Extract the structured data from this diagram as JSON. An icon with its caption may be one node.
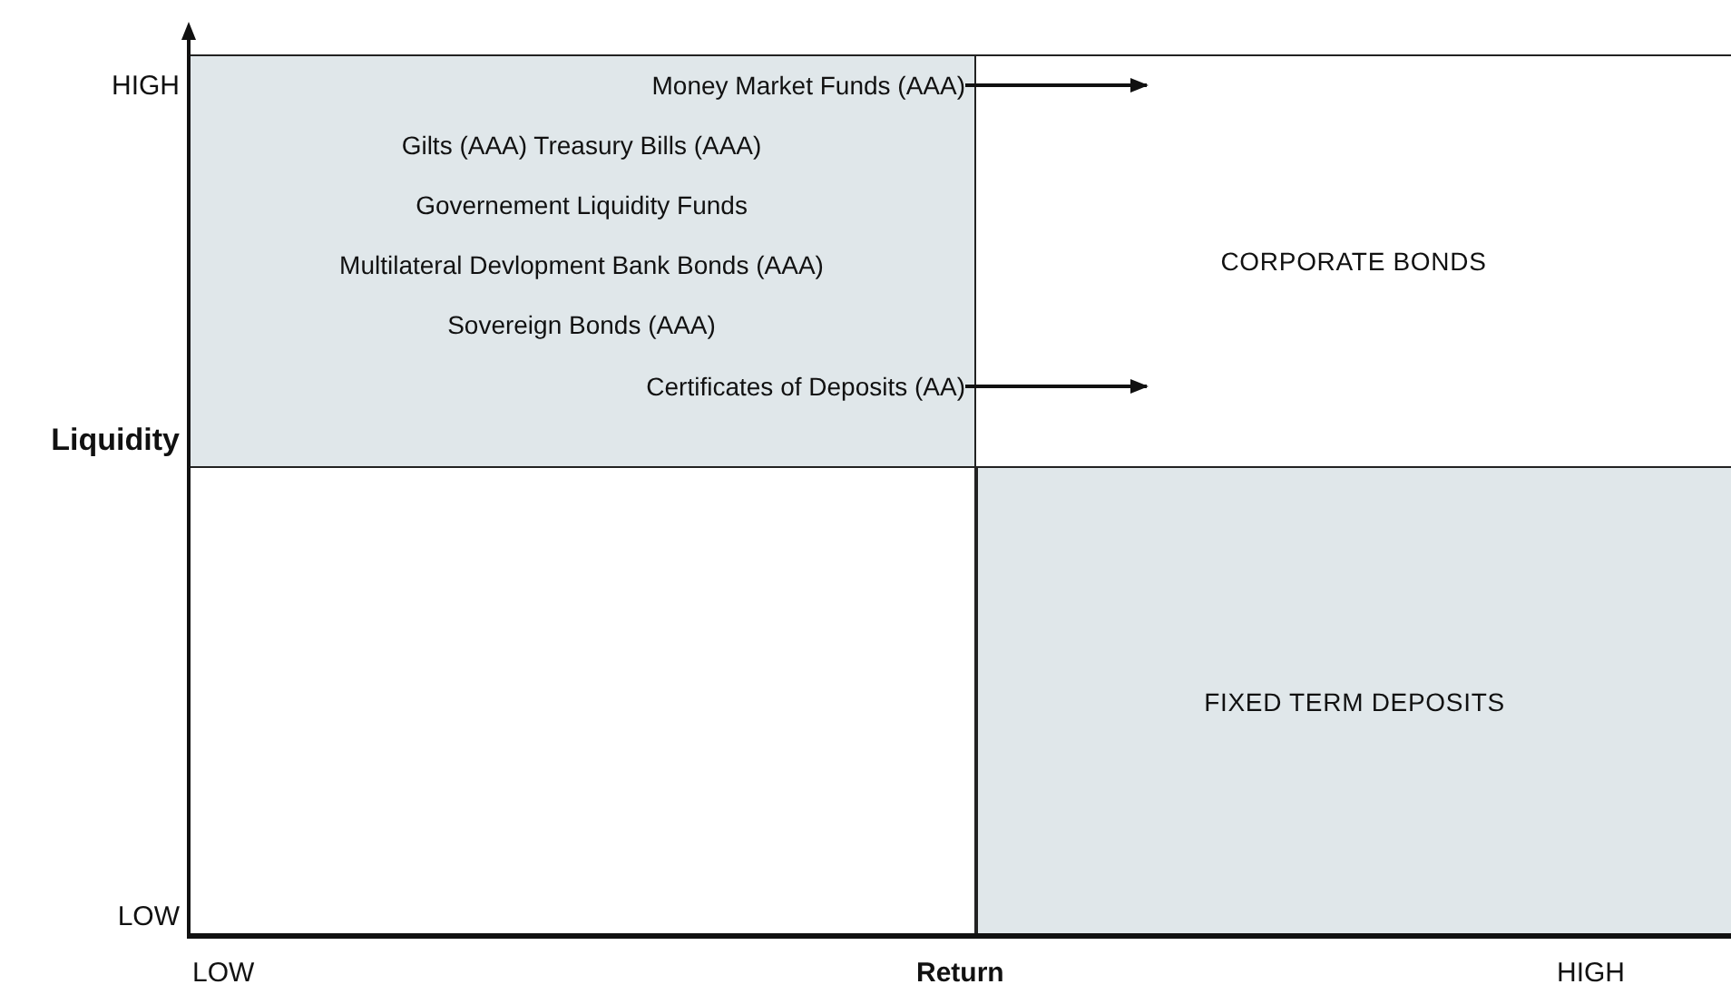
{
  "diagram": {
    "nodes": [
      {
        "text": [],
        "shape": "box"
      },
      {
        "text": [
          "Money Market Funds (AAA)"
        ],
        "in": 0
      },
      {
        "text": [
          "Gilts (AAA) Treasury Bills (AAA)"
        ],
        "in": 0
      },
      {
        "text": [
          "Governement Liquidity Funds"
        ],
        "in": 0
      },
      {
        "text": [
          "Multilateral Devlopment Bank Bonds (AAA)"
        ],
        "in": 0
      },
      {
        "text": [
          "Sovereign Bonds (AAA)"
        ],
        "in": 0
      },
      {
        "text": [
          "Certificates of Deposits (AA)"
        ],
        "in": 0
      },
      {
        "text": [
          "CORPORATE BONDS"
        ]
      },
      {
        "text": [],
        "shape": "box"
      },
      {
        "text": [
          "FIXED TERM DEPOSITS"
        ]
      }
    ],
    "edges": [
      {
        "from": 1,
        "to": 7,
        "arrow": "to"
      },
      {
        "from": 6,
        "to": 7,
        "arrow": "to"
      }
    ],
    "labels": [
      "HIGH",
      "Liquidity",
      "LOW",
      "LOW",
      "Return",
      "HIGH"
    ]
  }
}
